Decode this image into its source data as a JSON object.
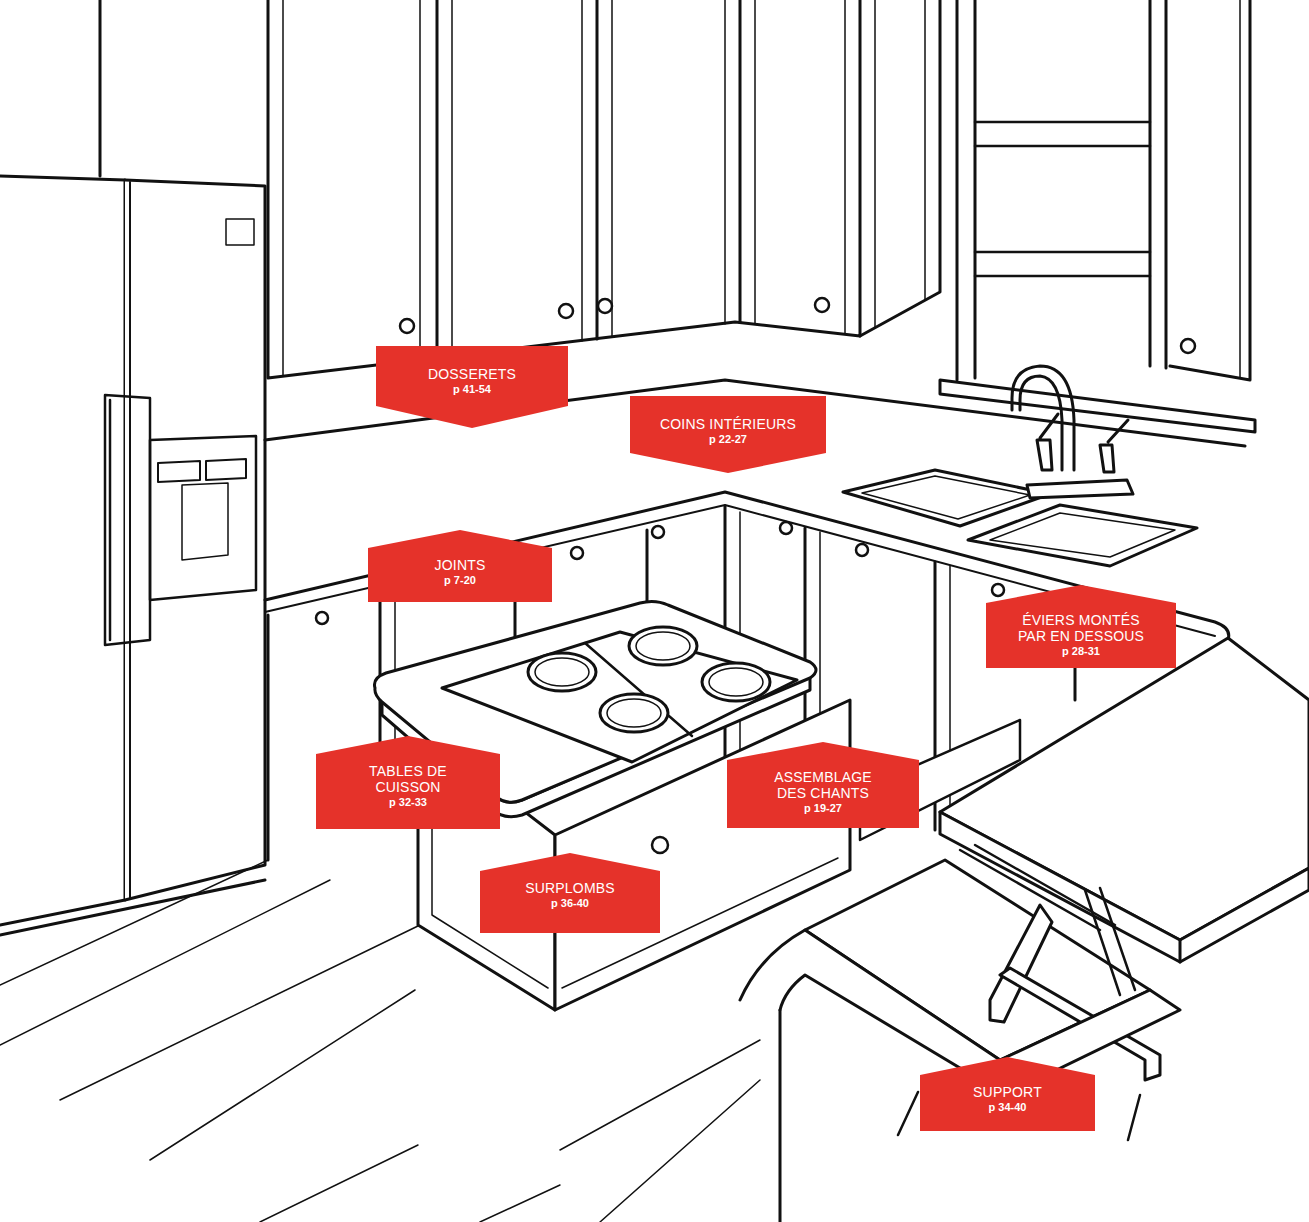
{
  "diagram": {
    "nodes": [
      {
        "text": [
          "DOSSERETS",
          "p 41-54"
        ]
      },
      {
        "text": [
          "COINS INTÉRIEURS",
          "p 22-27"
        ]
      },
      {
        "text": [
          "JOINTS",
          "p 7-20"
        ]
      },
      {
        "text": [
          "ÉVIERS MONTÉS PAR EN DESSOUS",
          "p 28-31"
        ]
      },
      {
        "text": [
          "TABLES DE CUISSON",
          "p 32-33"
        ]
      },
      {
        "text": [
          "ASSEMBLAGE DES CHANTS",
          "p 19-27"
        ]
      },
      {
        "text": [
          "SURPLOMBS",
          "p 36-40"
        ]
      },
      {
        "text": [
          "SUPPORT",
          "p 34-40"
        ]
      }
    ]
  }
}
